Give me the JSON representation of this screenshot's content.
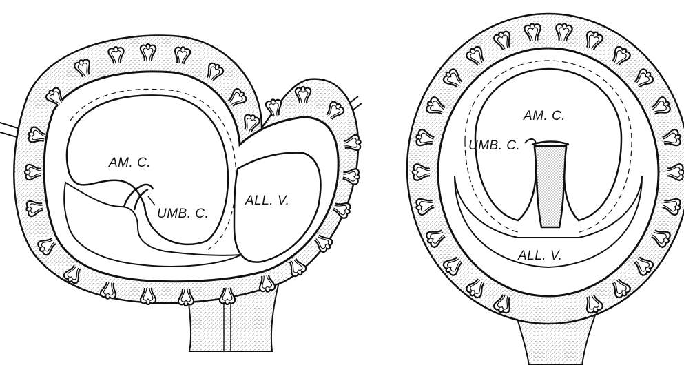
{
  "colors": {
    "ink": "#111111",
    "paper": "#ffffff",
    "stipple_bg": "#eeeeee"
  },
  "left_figure": {
    "labels": {
      "amniotic_cavity": "AM. C.",
      "umbilical_cord": "UMB. C.",
      "allantoic_vesicle": "ALL. V."
    }
  },
  "right_figure": {
    "labels": {
      "amniotic_cavity": "AM. C.",
      "umbilical_cord": "UMB. C.",
      "allantoic_vesicle": "ALL. V."
    }
  }
}
